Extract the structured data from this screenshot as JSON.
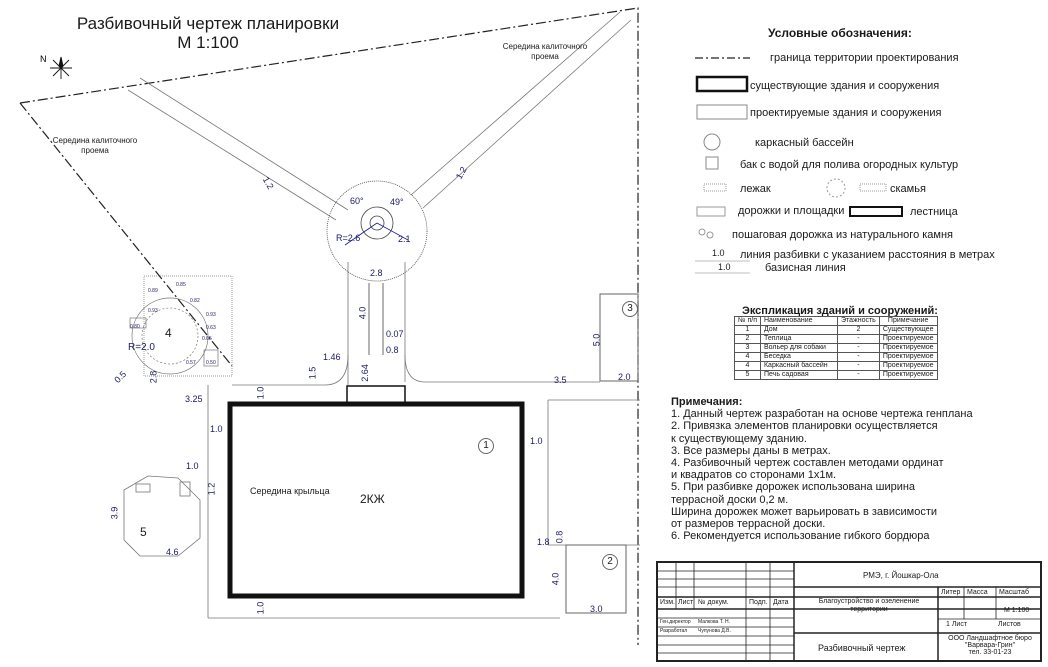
{
  "title": {
    "line1": "Разбивочный чертеж планировки",
    "line2": "М 1:100"
  },
  "compass": {
    "label": "N"
  },
  "plan_labels": {
    "gate_right": [
      "Середина калиточного",
      "проема"
    ],
    "gate_left": [
      "Середина калиточного",
      "проема"
    ],
    "porch": "Середина крыльца",
    "house": "2КЖ",
    "dims": {
      "d1_2a": "1.2",
      "d1_2b": "1.2",
      "a60": "60°",
      "a49": "49°",
      "r26": "R=2.6",
      "d2_1": "2.1",
      "d2_8": "2.8",
      "d4_0a": "4.0",
      "d0_07": "0.07",
      "d0_8a": "0.8",
      "d1_46": "1.46",
      "d1_5": "1.5",
      "d2_64": "2.64",
      "d3_5": "3.5",
      "d5_0": "5.0",
      "d2_0a": "2.0",
      "r20": "R=2.0",
      "d0_5": "0.5",
      "d2_8b": "2.8",
      "d1_0a": "1.0",
      "d3_25": "3.25",
      "d1_0b": "1.0",
      "d1_0c": "1.0",
      "d1_0d": "1.0",
      "d1_2c": "1.2",
      "d3_9": "3.9",
      "d4_6": "4.6",
      "d1_8": "1.8",
      "d0_8b": "0.8",
      "d4_0b": "4.0",
      "d3_0": "3.0",
      "d1_0e": "1.0",
      "s089": "0.89",
      "s093": "0.93",
      "s080": "0.80",
      "s093b": "0.93",
      "s063": "0.63",
      "s065": "0.65",
      "s057": "0.57",
      "s050": "0.50",
      "s085": "0.85",
      "s082": "0.82"
    },
    "n1": "1",
    "n2": "2",
    "n3": "3",
    "n4": "4",
    "n5": "5"
  },
  "legend": {
    "title": "Условные обозначения:",
    "items": [
      "граница территории проектирования",
      "существующие здания и сооружения",
      "проектируемые здания и сооружения",
      "каркасный бассейн",
      "бак с водой для полива огородных культур",
      "лежак",
      "скамья",
      "дорожки и площадки",
      "лестница",
      "пошаговая дорожка из натурального камня",
      "линия разбивки с указанием расстояния в метрах",
      "базисная линия"
    ],
    "dim_a": "1.0",
    "dim_b": "1.0"
  },
  "explication": {
    "title": "Экспликация зданий и сооружений:",
    "headers": [
      "№ п/п",
      "Наименование",
      "Этажность",
      "Примечание"
    ],
    "rows": [
      [
        "1",
        "Дом",
        "2",
        "Существующее"
      ],
      [
        "2",
        "Теплица",
        "-",
        "Проектируемое"
      ],
      [
        "3",
        "Вольер для собаки",
        "-",
        "Проектируемое"
      ],
      [
        "4",
        "Беседка",
        "-",
        "Проектируемое"
      ],
      [
        "4",
        "Каркасный бассейн",
        "-",
        "Проектируемое"
      ],
      [
        "5",
        "Печь садовая",
        "-",
        "Проектируемое"
      ]
    ]
  },
  "notes": {
    "title": "Примечания:",
    "lines": [
      "1. Данный чертеж разработан на основе чертежа генплана",
      "2. Привязка элементов планировки осуществляется",
      "к существующему зданию.",
      "3. Все размеры даны в метрах.",
      "4. Разбивочный чертеж составлен методами ординат",
      "и квадратов со сторонами 1х1м.",
      "5. При разбивке дорожек использована ширина",
      "террасной доски 0,2 м.",
      "Ширина дорожек может варьировать в зависимости",
      "от размеров террасной доски.",
      "6. Рекомендуется использование гибкого бордюра"
    ]
  },
  "stamp": {
    "location": "РМЭ, г. Йошкар-Ола",
    "cols": [
      "Изм.",
      "Лист",
      "№ докум.",
      "Подп.",
      "Дата"
    ],
    "project": [
      "Благоустройство и озеленение",
      "территории"
    ],
    "liter": "Литер",
    "mass": "Масса",
    "scale_h": "Масштаб",
    "scale": "М 1:100",
    "sheet": "1 Лист",
    "sheets": "Листов",
    "role1": "Ген.директор",
    "name1": "Малкова Т. Н.",
    "role2": "Разработал",
    "name2": "Чупунова Д.В.",
    "drawing": "Разбивочный чертеж",
    "company": [
      "ООО Ландшафтное бюро",
      "\"Варвара-Грин\"",
      "тел. 33-01-23"
    ]
  }
}
